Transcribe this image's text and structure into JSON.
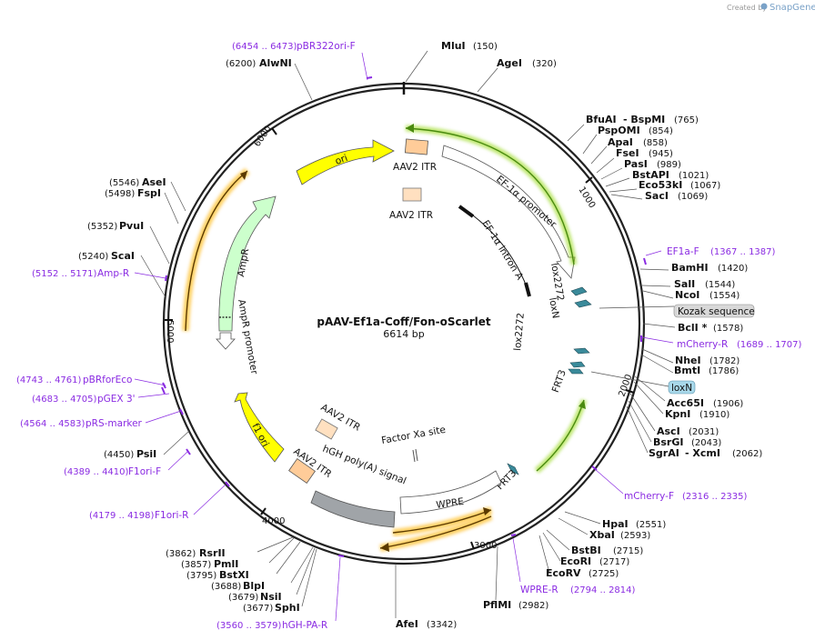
{
  "credit": {
    "prefix": "Created by",
    "brand": "SnapGene"
  },
  "plasmid": {
    "name": "pAAV-Ef1a-Coff/Fon-oScarlet",
    "size": "6614 bp"
  },
  "ticks": [
    "1000",
    "2000",
    "3000",
    "4000",
    "5000",
    "6000"
  ],
  "sites": [
    {
      "name": "MluI",
      "pos": "(150)"
    },
    {
      "name": "AgeI",
      "pos": "(320)"
    },
    {
      "name": "BfuAI",
      "pos": ""
    },
    {
      "name": "- BspMI",
      "pos": "(765)"
    },
    {
      "name": "PspOMI",
      "pos": "(854)"
    },
    {
      "name": "ApaI",
      "pos": "(858)"
    },
    {
      "name": "FseI",
      "pos": "(945)"
    },
    {
      "name": "PasI",
      "pos": "(989)"
    },
    {
      "name": "BstAPI",
      "pos": "(1021)"
    },
    {
      "name": "Eco53kI",
      "pos": "(1067)"
    },
    {
      "name": "SacI",
      "pos": "(1069)"
    },
    {
      "name": "BamHI",
      "pos": "(1420)"
    },
    {
      "name": "SalI",
      "pos": "(1544)"
    },
    {
      "name": "NcoI",
      "pos": "(1554)"
    },
    {
      "name": "BclI *",
      "pos": "(1578)"
    },
    {
      "name": "NheI",
      "pos": "(1782)"
    },
    {
      "name": "BmtI",
      "pos": "(1786)"
    },
    {
      "name": "Acc65I",
      "pos": "(1906)"
    },
    {
      "name": "KpnI",
      "pos": "(1910)"
    },
    {
      "name": "AscI",
      "pos": "(2031)"
    },
    {
      "name": "BsrGI",
      "pos": "(2043)"
    },
    {
      "name": "SgrAI",
      "pos": ""
    },
    {
      "name": "- XcmI",
      "pos": "(2062)"
    },
    {
      "name": "HpaI",
      "pos": "(2551)"
    },
    {
      "name": "XbaI",
      "pos": "(2593)"
    },
    {
      "name": "BstBI",
      "pos": "(2715)"
    },
    {
      "name": "EcoRI",
      "pos": "(2717)"
    },
    {
      "name": "EcoRV",
      "pos": "(2725)"
    },
    {
      "name": "PflMI",
      "pos": "(2982)"
    },
    {
      "name": "AfeI",
      "pos": "(3342)"
    },
    {
      "name": "SphI",
      "pos": "(3677)"
    },
    {
      "name": "NsiI",
      "pos": "(3679)"
    },
    {
      "name": "BlpI",
      "pos": "(3688)"
    },
    {
      "name": "BstXI",
      "pos": "(3795)"
    },
    {
      "name": "PmlI",
      "pos": "(3857)"
    },
    {
      "name": "RsrII",
      "pos": "(3862)"
    },
    {
      "name": "PsiI",
      "pos": "(4450)"
    },
    {
      "name": "ScaI",
      "pos": "(5240)"
    },
    {
      "name": "PvuI",
      "pos": "(5352)"
    },
    {
      "name": "FspI",
      "pos": "(5498)"
    },
    {
      "name": "AseI",
      "pos": "(5546)"
    },
    {
      "name": "AlwNI",
      "pos": "(6200)"
    }
  ],
  "primers": [
    {
      "name": "pBR322ori-F",
      "pos": "(6454 .. 6473)"
    },
    {
      "name": "EF1a-F",
      "pos": "(1367 .. 1387)"
    },
    {
      "name": "mCherry-R",
      "pos": "(1689 .. 1707)"
    },
    {
      "name": "mCherry-F",
      "pos": "(2316 .. 2335)"
    },
    {
      "name": "WPRE-R",
      "pos": "(2794 .. 2814)"
    },
    {
      "name": "hGH-PA-R",
      "pos": "(3560 .. 3579)"
    },
    {
      "name": "F1ori-R",
      "pos": "(4179 .. 4198)"
    },
    {
      "name": "F1ori-F",
      "pos": "(4389 .. 4410)"
    },
    {
      "name": "pRS-marker",
      "pos": "(4564 .. 4583)"
    },
    {
      "name": "pGEX 3'",
      "pos": "(4683 .. 4705)"
    },
    {
      "name": "pBRforEco",
      "pos": "(4743 .. 4761)"
    },
    {
      "name": "Amp-R",
      "pos": "(5152 .. 5171)"
    }
  ],
  "features": {
    "ori": "ori",
    "aav2_itr": "AAV2 ITR",
    "ef1a_promoter": "EF-1α promoter",
    "ef1a_intron": "EF-1α intron A",
    "lox2272": "lox2272",
    "loxn": "loxN",
    "frt3": "FRT3",
    "ampr": "AmpR",
    "ampr_promoter": "AmpR promoter",
    "f1_ori": "f1 ori",
    "hgh_polya": "hGH poly(A) signal",
    "factor_xa": "Factor Xa site",
    "wpre": "WPRE",
    "kozak": "Kozak sequence",
    "loxn_box": "loxN"
  },
  "colors": {
    "ori": "#ffff00",
    "ampr": "#ccffcc",
    "itr": "#ffcc99",
    "lox": "#3a8a9a",
    "polya": "#a0a4a8",
    "glow_green": "#8bd400",
    "glow_orange": "#ffb300",
    "primer": "#8a2be2",
    "box_kozak": "#d8d8d8",
    "box_loxn": "#a8d8ea"
  }
}
